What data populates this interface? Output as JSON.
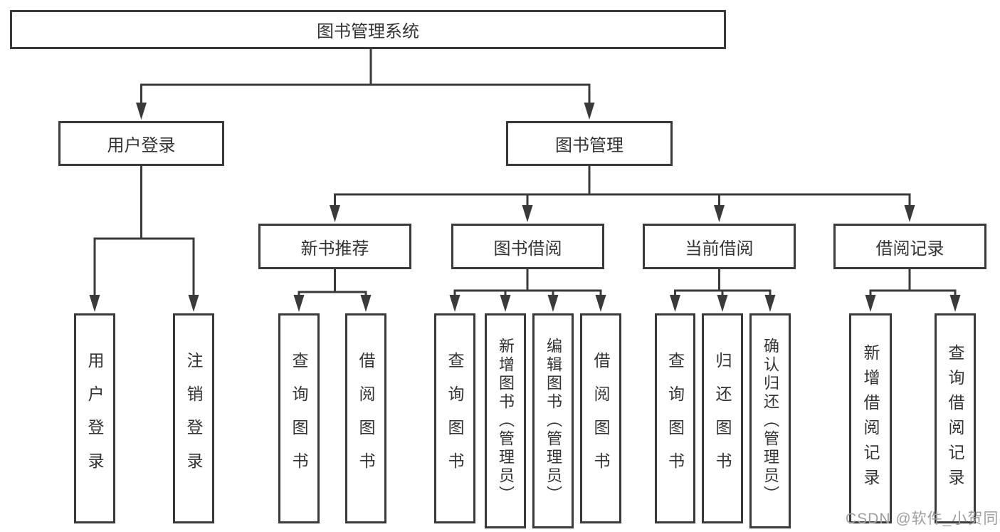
{
  "tree": {
    "label": "图书管理系统",
    "children": [
      {
        "label": "用户登录",
        "children": [
          {
            "label": "用户登录"
          },
          {
            "label": "注销登录"
          }
        ]
      },
      {
        "label": "图书管理",
        "children": [
          {
            "label": "新书推荐",
            "children": [
              {
                "label": "查询图书"
              },
              {
                "label": "借阅图书"
              }
            ]
          },
          {
            "label": "图书借阅",
            "children": [
              {
                "label": "查询图书"
              },
              {
                "label": "新增图书（管理员）"
              },
              {
                "label": "编辑图书（管理员）"
              },
              {
                "label": "借阅图书"
              }
            ]
          },
          {
            "label": "当前借阅",
            "children": [
              {
                "label": "查询图书"
              },
              {
                "label": "归还图书"
              },
              {
                "label": "确认归还（管理员）"
              }
            ]
          },
          {
            "label": "借阅记录",
            "children": [
              {
                "label": "新增借阅记录"
              },
              {
                "label": "查询借阅记录"
              }
            ]
          }
        ]
      }
    ]
  },
  "watermark": {
    "text": "CSDN @软件_小贺同学"
  },
  "colors": {
    "line": "#3a3a3a",
    "node_border": "#3a3a3a",
    "node_text": "#333333",
    "watermark_text": "#9e9e9e",
    "background": "#ffffff"
  }
}
